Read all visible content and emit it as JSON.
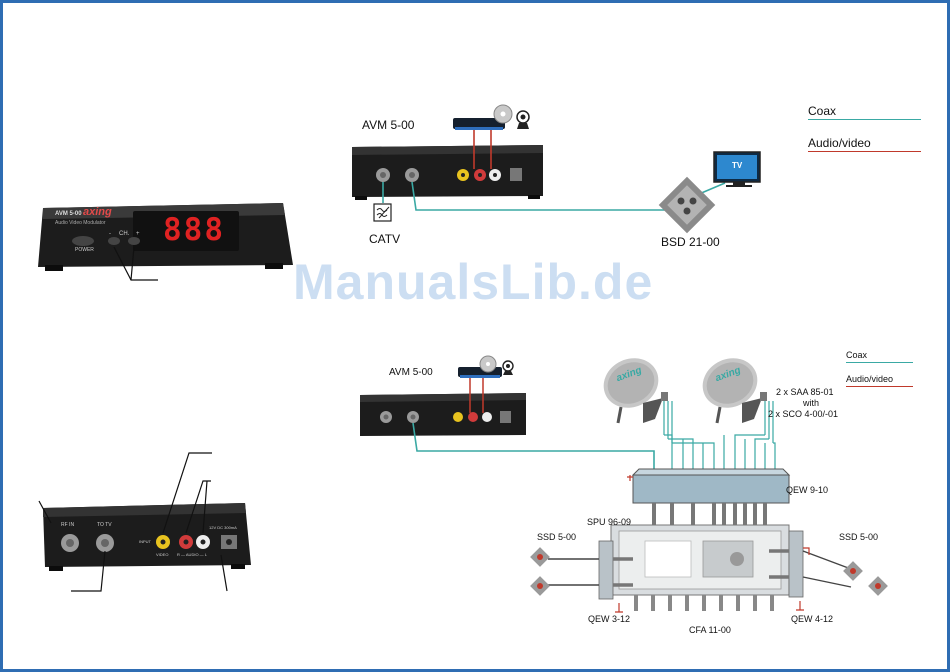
{
  "watermark": "ManualsLib.de",
  "colors": {
    "coax": "#3aa9a4",
    "audio_video": "#c0392b",
    "device": "#1c1c1c",
    "border": "#2f6db3"
  },
  "front_panel": {
    "brand": "axing",
    "model": "AVM 5-00",
    "subtitle": "Audio Video Modulator",
    "display": "888",
    "ch_label": "CH.",
    "minus": "-",
    "plus": "+",
    "power_label": "POWER"
  },
  "back_panel": {
    "rf_in": "RF IN",
    "to_tv": "TO TV",
    "input": "INPUT",
    "video": "VIDEO",
    "audio": "R — AUDIO — L",
    "dc": "12V DC 300mA"
  },
  "diagram_top": {
    "device_label": "AVM 5-00",
    "catv_label": "CATV",
    "outlet_label": "BSD 21-00",
    "tv_label": "TV",
    "legend": [
      {
        "label": "Coax"
      },
      {
        "label": "Audio/video"
      }
    ]
  },
  "diagram_bottom": {
    "device_label": "AVM 5-00",
    "dish_brand": "axing",
    "lnb_label_1": "2 x SAA 85-01",
    "lnb_label_2": "with",
    "lnb_label_3": "2 x SCO 4-00/-01",
    "qew_top": "QEW 9-10",
    "spu": "SPU 96-09",
    "ssd_left": "SSD 5-00",
    "ssd_right": "SSD 5-00",
    "qew_left": "QEW 3-12",
    "cfa": "CFA 11-00",
    "qew_right": "QEW 4-12",
    "legend": [
      {
        "label": "Coax"
      },
      {
        "label": "Audio/video"
      }
    ]
  }
}
